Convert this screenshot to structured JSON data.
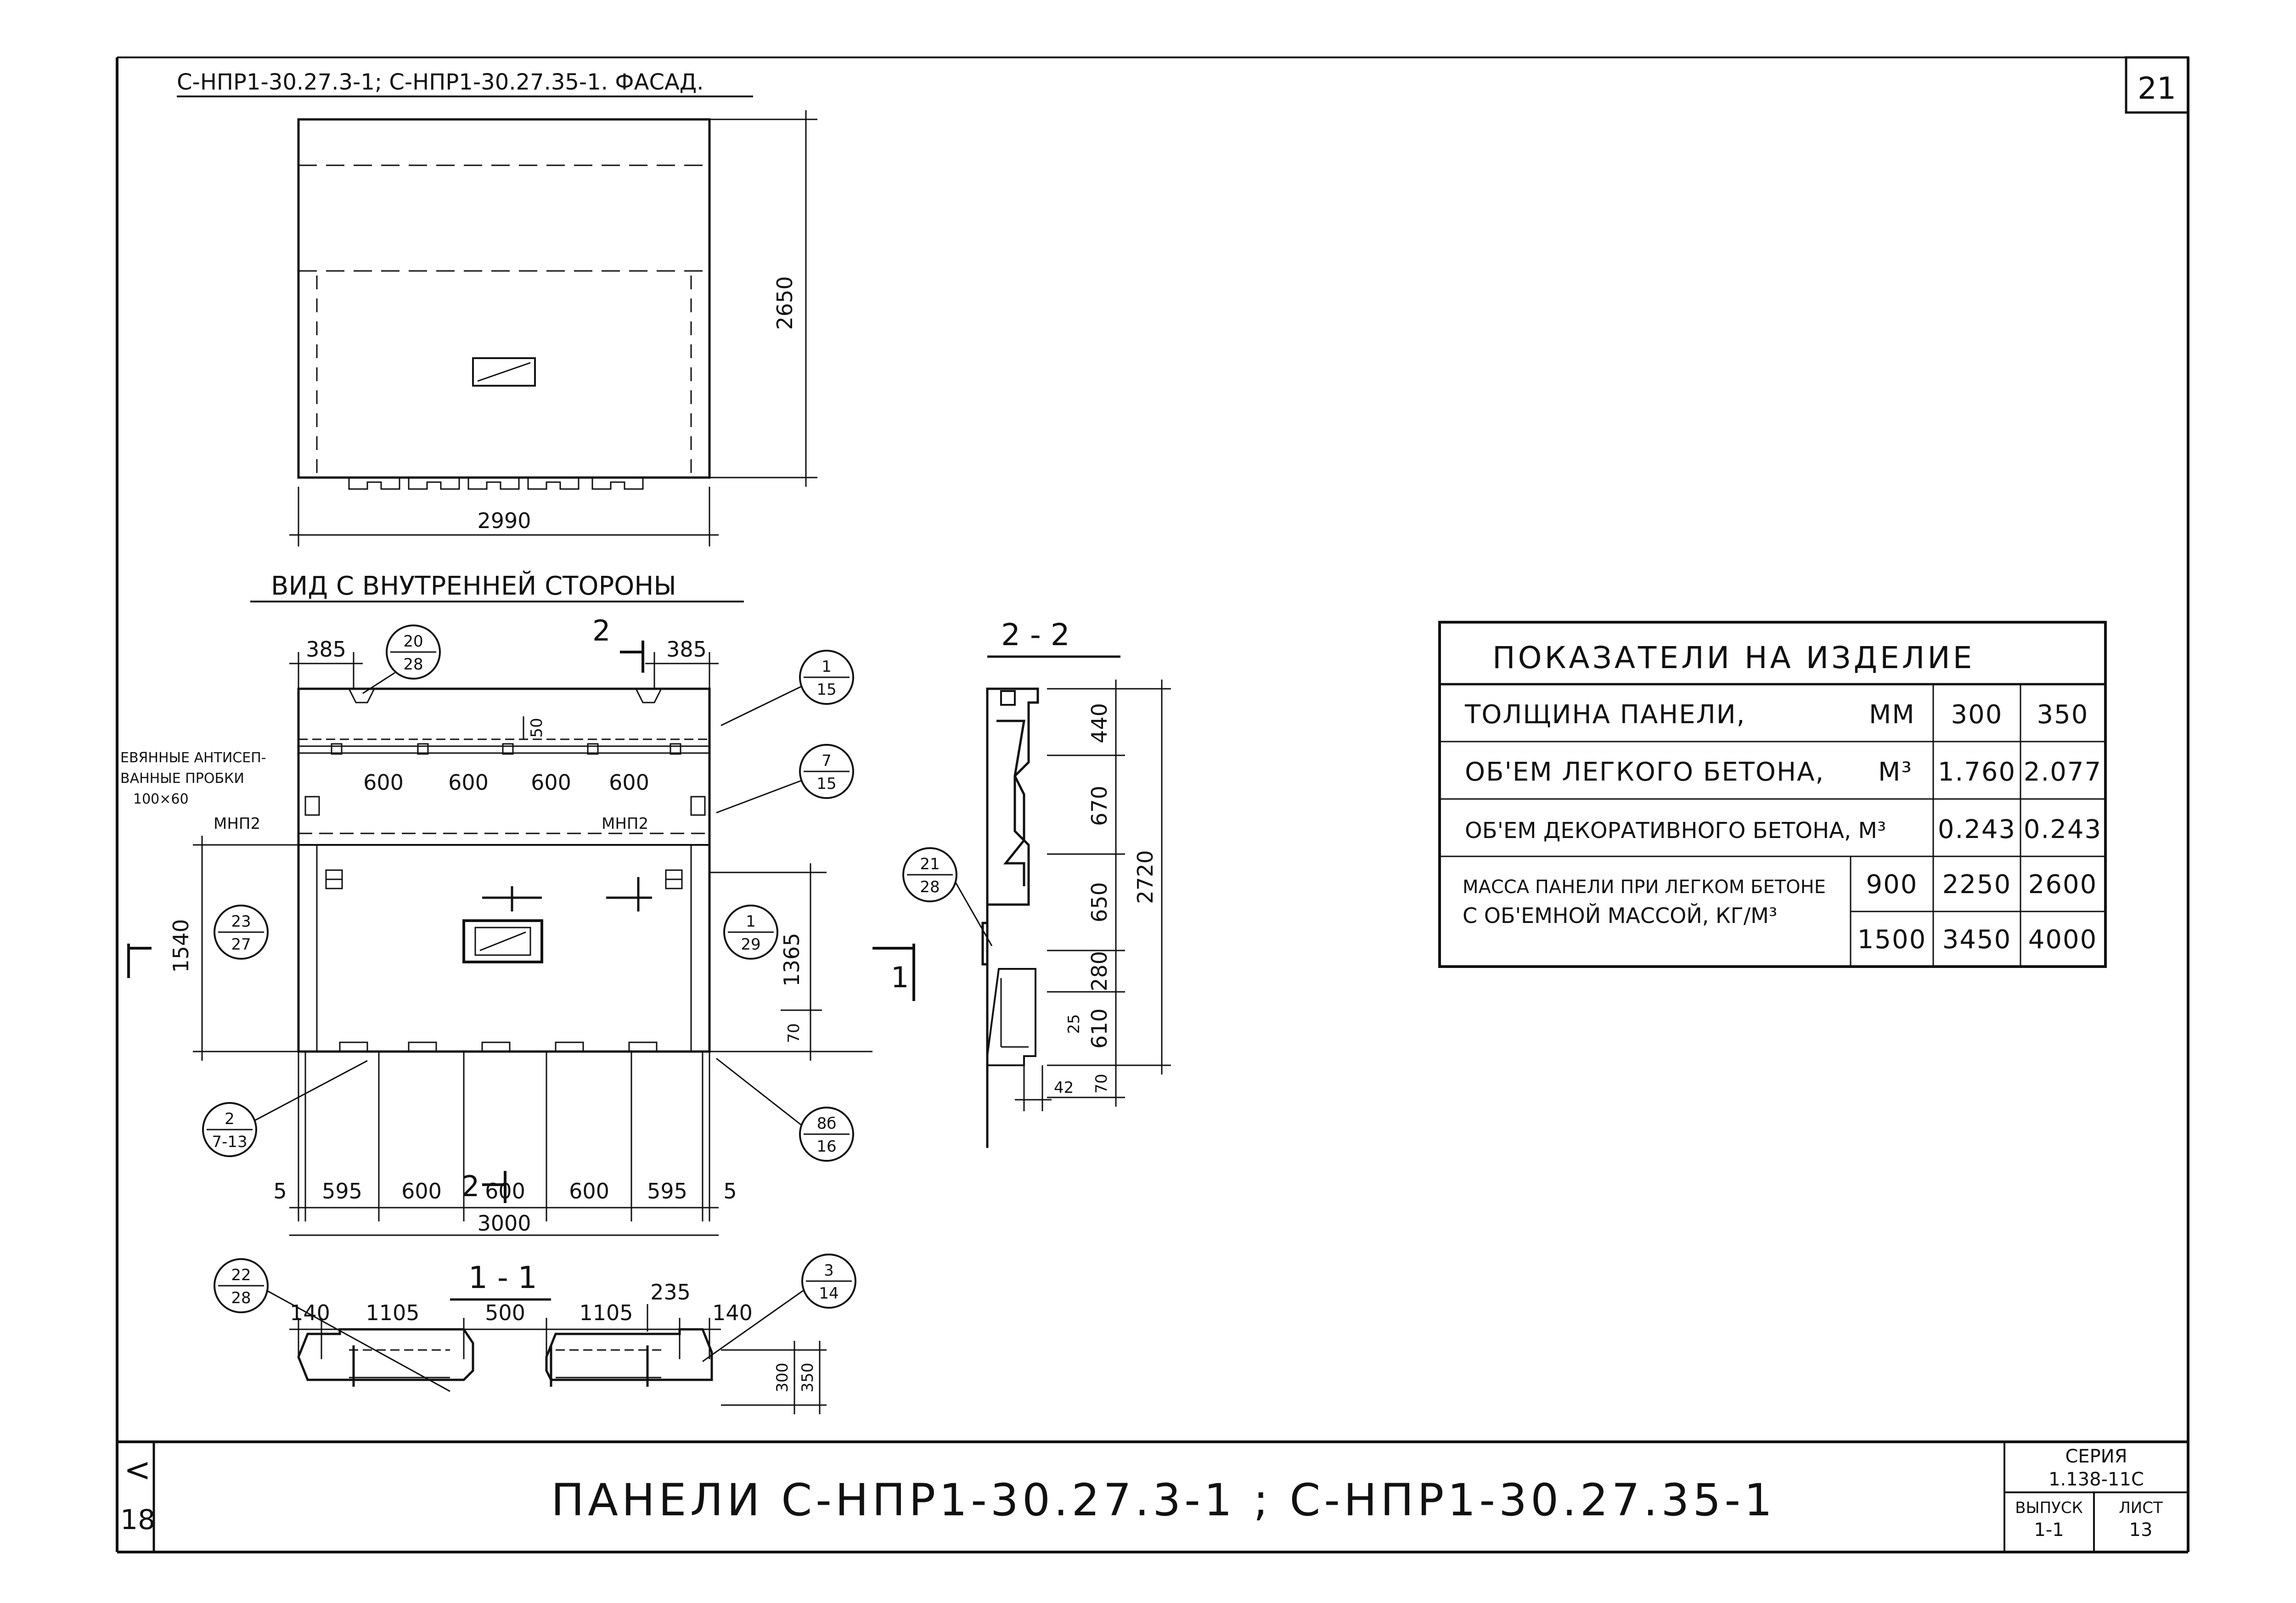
{
  "sheet": {
    "page_number": "21",
    "facade_title": "С-НПР1-30.27.3-1; С-НПР1-30.27.35-1. ФАСАД.",
    "inner_view_title": "ВИД С ВНУТРЕННЕЙ СТОРОНЫ",
    "section_22_title": "2 - 2",
    "section_11_title": "1 - 1",
    "left_margin_mark": "<",
    "left_margin_number": "18"
  },
  "facade": {
    "height_dim": "2650",
    "width_dim": "2990"
  },
  "inner_view": {
    "top_dims": [
      "385",
      "385"
    ],
    "dim_50": "50",
    "spacing_dims": [
      "600",
      "600",
      "600",
      "600"
    ],
    "side_labels": [
      "МНП2",
      "МНП2"
    ],
    "left_note": [
      "ЕВЯННЫЕ АНТИСЕП-",
      "ВАННЫЕ ПРОБКИ",
      "100×60"
    ],
    "bottom_dims": [
      "5",
      "595",
      "600",
      "600",
      "600",
      "595",
      "5"
    ],
    "total_width": "3000",
    "height_1540": "1540",
    "height_1365": "1365",
    "dim_70": "70",
    "section_mark_2": "2",
    "section_mark_1": "1",
    "callouts": [
      {
        "top": "20",
        "bottom": "28"
      },
      {
        "top": "1",
        "bottom": "15"
      },
      {
        "top": "7",
        "bottom": "15"
      },
      {
        "top": "23",
        "bottom": "27"
      },
      {
        "top": "1",
        "bottom": "29"
      },
      {
        "top": "2",
        "bottom": "7-13"
      },
      {
        "top": "8б",
        "bottom": "16"
      }
    ]
  },
  "section22": {
    "dims": [
      "440",
      "670",
      "650",
      "280",
      "25",
      "610",
      "70"
    ],
    "total": "2720",
    "bottom_dim": "42",
    "callout": {
      "top": "21",
      "bottom": "28"
    }
  },
  "section11": {
    "dims": [
      "140",
      "1105",
      "500",
      "1105",
      "235",
      "140"
    ],
    "thickness": [
      "300",
      "350"
    ],
    "callouts": [
      {
        "top": "22",
        "bottom": "28"
      },
      {
        "top": "3",
        "bottom": "14"
      }
    ]
  },
  "indicators": {
    "title": "ПОКАЗАТЕЛИ НА ИЗДЕЛИЕ",
    "rows": [
      {
        "label": "ТОЛЩИНА ПАНЕЛИ,",
        "unit": "ММ",
        "v300": "300",
        "v350": "350"
      },
      {
        "label": "ОБ'ЕМ ЛЕГКОГО БЕТОНА,",
        "unit": "М³",
        "v300": "1.760",
        "v350": "2.077"
      },
      {
        "label": "ОБ'ЕМ ДЕКОРАТИВНОГО БЕТОНА, М³",
        "unit": "",
        "v300": "0.243",
        "v350": "0.243"
      }
    ],
    "mass_label_1": "МАССА ПАНЕЛИ ПРИ ЛЕГКОМ БЕТОНЕ",
    "mass_label_2": "С ОБ'ЕМНОЙ МАССОЙ, КГ/М³",
    "mass_rows": [
      {
        "density": "900",
        "v300": "2250",
        "v350": "2600"
      },
      {
        "density": "1500",
        "v300": "3450",
        "v350": "4000"
      }
    ]
  },
  "title_block": {
    "main_title": "ПАНЕЛИ С-НПР1-30.27.3-1 ; С-НПР1-30.27.35-1",
    "series_label": "СЕРИЯ",
    "series_value": "1.138-11С",
    "issue_label": "ВЫПУСК",
    "issue_value": "1-1",
    "sheet_label": "ЛИСТ",
    "sheet_value": "13"
  }
}
